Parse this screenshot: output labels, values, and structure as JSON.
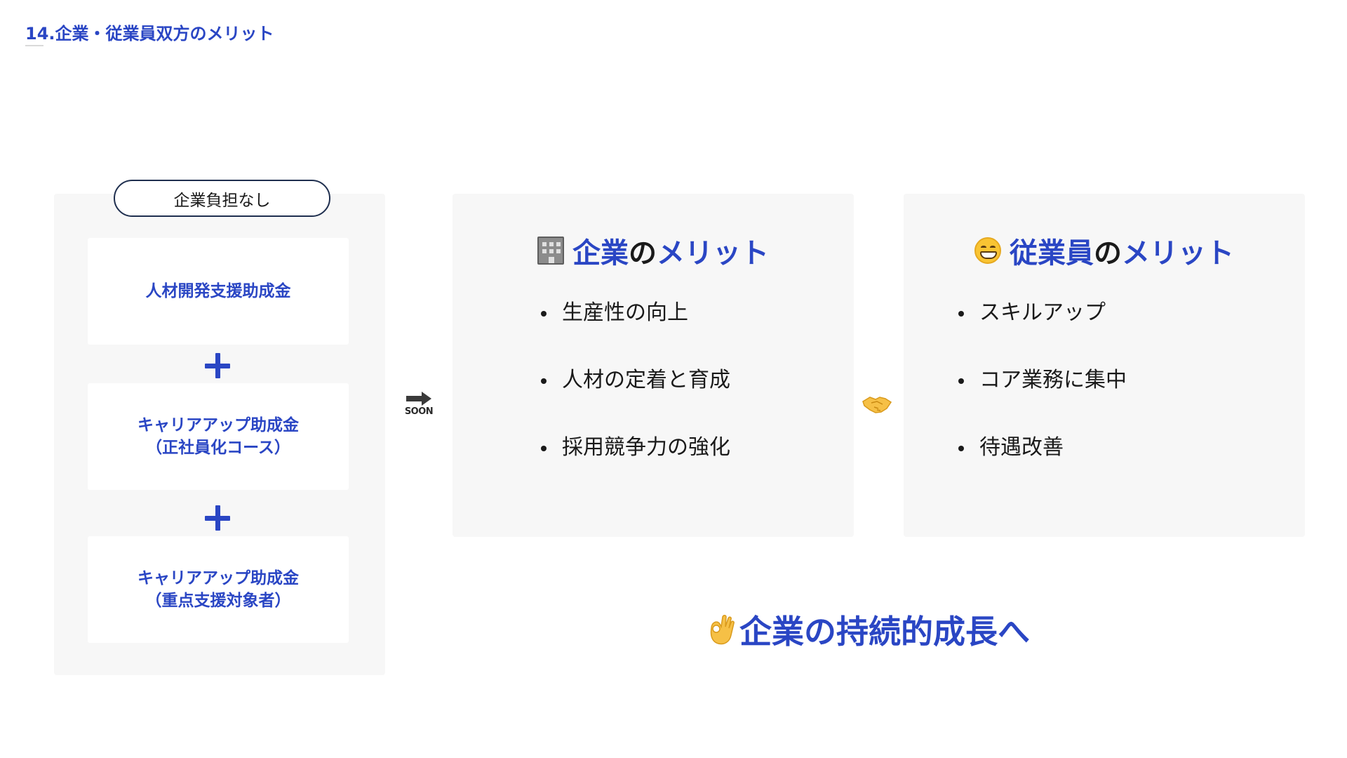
{
  "title": "14.企業・従業員双方のメリット",
  "left_panel": {
    "pill_label": "企業負担なし",
    "cards": [
      {
        "line1": "人材開発支援助成金",
        "line2": ""
      },
      {
        "line1": "キャリアアップ助成金",
        "line2": "（正社員化コース）"
      },
      {
        "line1": "キャリアアップ助成金",
        "line2": "（重点支援対象者）"
      }
    ]
  },
  "arrow": {
    "icon": "soon-arrow-icon",
    "label": "SOON"
  },
  "company_merit": {
    "icon": "office-building-icon",
    "heading_subject": "企業",
    "heading_particle": "の",
    "heading_rest": "メリット",
    "items": [
      "生産性の向上",
      "人材の定着と育成",
      "採用競争力の強化"
    ]
  },
  "connector": {
    "icon": "handshake-icon"
  },
  "employee_merit": {
    "icon": "grinning-face-icon",
    "heading_subject": "従業員",
    "heading_particle": "の",
    "heading_rest": "メリット",
    "items": [
      "スキルアップ",
      "コア業務に集中",
      "待遇改善"
    ]
  },
  "conclusion": {
    "icon": "ok-hand-icon",
    "text": "企業の持続的成長へ"
  },
  "colors": {
    "accent": "#2a46c4",
    "panel_bg": "#f7f7f7",
    "text": "#1a1a1a"
  }
}
